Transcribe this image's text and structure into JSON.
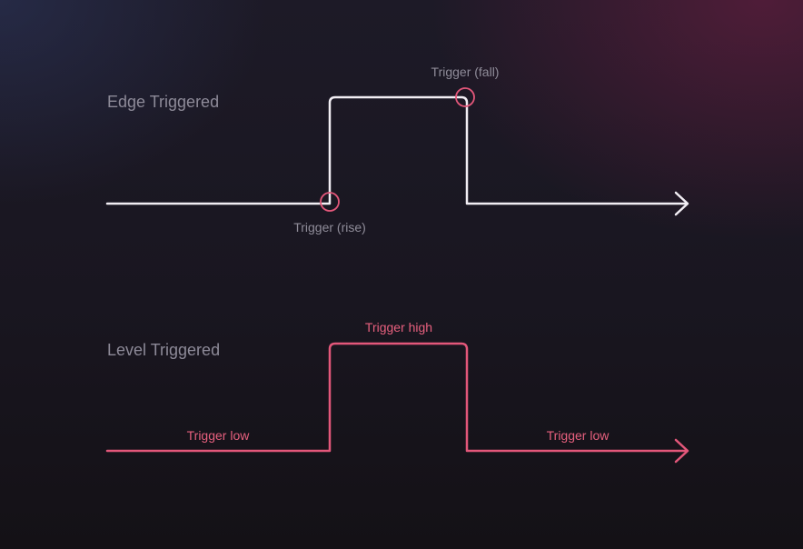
{
  "colors": {
    "edge_wave": "#f2eef4",
    "edge_marker": "#e3577a",
    "level_wave": "#e3577a",
    "title_text": "#8d8a98",
    "annotation_gray": "#8f8c99",
    "annotation_pink": "#e7607e"
  },
  "edge_section": {
    "title": "Edge Triggered",
    "rise_label": "Trigger (rise)",
    "fall_label": "Trigger (fall)"
  },
  "level_section": {
    "title": "Level Triggered",
    "low_label_left": "Trigger low",
    "high_label": "Trigger high",
    "low_label_right": "Trigger low"
  }
}
